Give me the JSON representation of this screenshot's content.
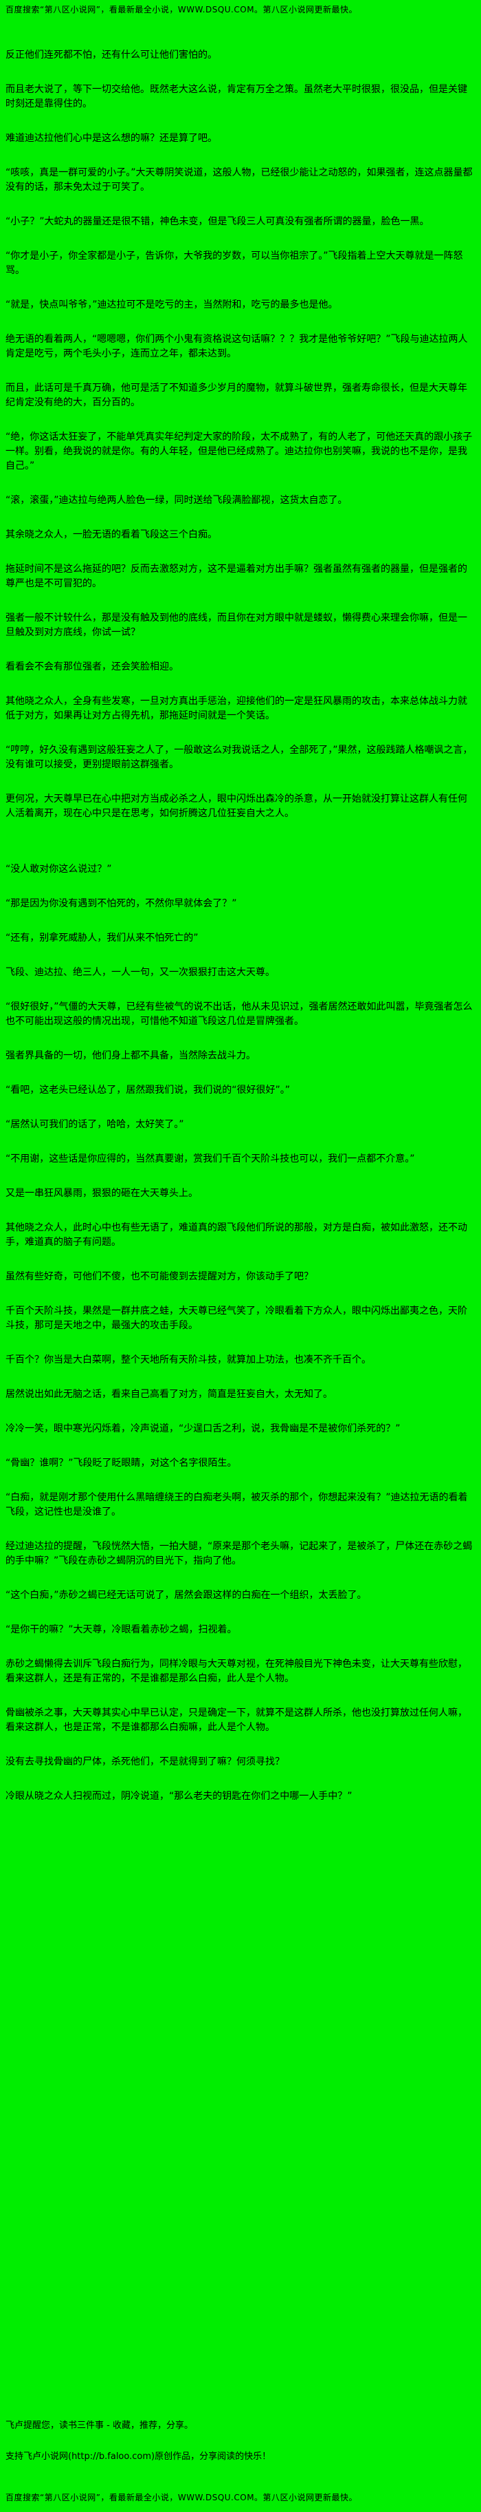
{
  "page": {
    "bg_color": "#00ee00",
    "text_color": "#000000"
  },
  "header": {
    "notice": "百度搜索“第八区小说网”，看最新最全小说，WWW.DSQU.COM。第八区小说网更新最快。"
  },
  "article": {
    "paragraphs": [
      "反正他们连死都不怕，还有什么可让他们害怕的。",
      "而且老大说了，等下一切交给他。既然老大这么说，肯定有万全之策。虽然老大平时很狠，很没品，但是关键时刻还是靠得住的。",
      "难道迪达拉他们心中是这么想的嘛？还是算了吧。",
      "“咳咳，真是一群可爱的小子。”大天尊阴笑说道，这般人物，已经很少能让之动怒的，如果强者，连这点器量都没有的话，那未免太过于可笑了。",
      "“小子？”大蛇丸的器量还是很不错，神色未变，但是飞段三人可真没有强者所谓的器量，脸色一黑。",
      "“你才是小子，你全家都是小子，告诉你，大爷我的岁数，可以当你祖宗了。”飞段指着上空大天尊就是一阵怒骂。",
      "“就是，快点叫爷爷，”迪达拉可不是吃亏的主，当然附和，吃亏的最多也是他。",
      "绝无语的看着两人，“嗯嗯嗯，你们两个小鬼有资格说这句话嘛？？？我才是他爷爷好吧？”飞段与迪达拉两人肯定是吃亏，两个毛头小子，连而立之年，都未达到。",
      "而且，此话可是千真万确，他可是活了不知道多少岁月的魔物，就算斗破世界，强者寿命很长，但是大天尊年纪肯定没有绝的大，百分百的。",
      "“绝，你这话太狂妄了，不能单凭真实年纪判定大家的阶段，太不成熟了，有的人老了，可他还天真的跟小孩子一样。别看，绝我说的就是你。有的人年轻，但是他已经成熟了。迪达拉你也别笑嘛，我说的也不是你，是我自己。”",
      "“滚，滚蛋，”迪达拉与绝两人脸色一绿，同时送给飞段满脸鄙视，这货太自恋了。",
      "其余晓之众人，一脸无语的看着飞段这三个白痴。",
      "拖延时间不是这么拖延的吧？反而去激怒对方，这不是逼着对方出手嘛？强者虽然有强者的器量，但是强者的尊严也是不可冒犯的。",
      "强者一般不计较什么，那是没有触及到他的底线，而且你在对方眼中就是蝼蚁，懒得费心来理会你嘛，但是一旦触及到对方底线，你试一试？",
      "看看会不会有那位强者，还会笑脸相迎。",
      "其他晓之众人，全身有些发寒，一旦对方真出手惩治，迎接他们的一定是狂风暴雨的攻击，本来总体战斗力就低于对方，如果再让对方占得先机，那拖延时间就是一个笑话。",
      "“哼哼，好久没有遇到这般狂妄之人了，一般敢这么对我说话之人，全部死了，”果然，这般践踏人格嘲讽之言，没有谁可以接受，更别提眼前这群强者。",
      "更何况，大天尊早已在心中把对方当成必杀之人，眼中闪烁出森冷的杀意，从一开始就没打算让这群人有任何人活着离开，现在心中只是在思考，如何折腾这几位狂妄自大之人。",
      "“没人敢对你这么说过？”",
      "“那是因为你没有遇到不怕死的，不然你早就体会了？”",
      "“还有，别拿死威胁人，我们从来不怕死亡的”",
      "飞段、迪达拉、绝三人，一人一句，又一次狠狠打击这大天尊。",
      "“很好很好，”气僵的大天尊，已经有些被气的说不出话，他从未见识过，强者居然还敢如此叫嚣，毕竟强者怎么也不可能出现这般的情况出现，可惜他不知道飞段这几位是冒牌强者。",
      "强者界具备的一切，他们身上都不具备，当然除去战斗力。",
      "“看吧，这老头已经认怂了，居然跟我们说，我们说的“很好很好”。”",
      "“居然认可我们的话了，哈哈，太好笑了。”",
      "“不用谢，这些话是你应得的，当然真要谢，赏我们千百个天阶斗技也可以，我们一点都不介意。”",
      "又是一串狂风暴雨，狠狠的砸在大天尊头上。",
      "其他晓之众人，此时心中也有些无语了，难道真的跟飞段他们所说的那般，对方是白痴，被如此激怒，还不动手，难道真的脑子有问题。",
      "虽然有些好奇，可他们不傻，也不可能傻到去提醒对方，你该动手了吧？",
      "千百个天阶斗技，果然是一群井底之蛙，大天尊已经气笑了，冷眼看着下方众人，眼中闪烁出鄙夷之色，天阶斗技，那可是天地之中，最强大的攻击手段。",
      "千百个？你当是大白菜啊，整个天地所有天阶斗技，就算加上功法，也凑不齐千百个。",
      "居然说出如此无脑之话，看来自己高看了对方，简直是狂妄自大，太无知了。",
      "冷冷一笑，眼中寒光闪烁着，冷声说道，“少逞口舌之利，说，我骨幽是不是被你们杀死的？”",
      "“骨幽？谁啊？”飞段眨了眨眼睛，对这个名字很陌生。",
      "“白痴，就是刚才那个使用什么黑暗缠绕王的白痴老头啊，被灭杀的那个，你想起来没有？”迪达拉无语的看着飞段，这记性也是没谁了。",
      "经过迪达拉的提醒，飞段恍然大悟，一拍大腿，“原来是那个老头嘛，记起来了，是被杀了，尸体还在赤砂之蝎的手中嘛？”飞段在赤砂之蝎阴沉的目光下，指向了他。",
      "“这个白痴，”赤砂之蝎已经无话可说了，居然会跟这样的白痴在一个组织，太丢脸了。",
      "“是你干的嘛？”大天尊，冷眼看着赤砂之蝎，扫视着。",
      "赤砂之蝎懒得去训斥飞段白痴行为，同样冷眼与大天尊对视，在死神般目光下神色未变，让大天尊有些欣慰，看来这群人，还是有正常的，不是谁都是那么白痴，此人是个人物。",
      "骨幽被杀之事，大天尊其实心中早已认定，只是确定一下，就算不是这群人所杀，他也没打算放过任何人嘛，看来这群人，也是正常，不是谁都那么白痴嘛，此人是个人物。",
      "没有去寻找骨幽的尸体，杀死他们，不是就得到了嘛？何须寻找？",
      "冷眼从晓之众人扫视而过，阴冷说道，“那么老夫的钥匙在你们之中哪一人手中？”"
    ]
  },
  "reminder": {
    "line1": "飞卢提醒您，读书三件事 - 收藏，推荐，分享。",
    "line2": "支持飞卢小说网(http://b.faloo.com)原创作品，分享阅读的快乐！"
  },
  "footer": {
    "notice": "百度搜索“第八区小说网”，看最新最全小说，WWW.DSQU.COM。第八区小说网更新最快。"
  }
}
